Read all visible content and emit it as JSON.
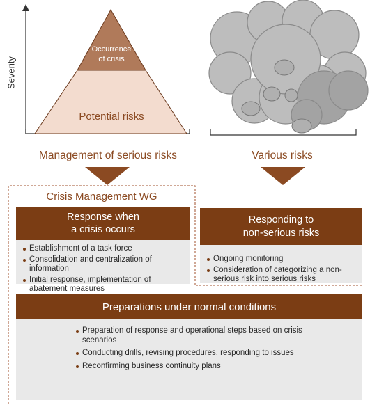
{
  "top_left": {
    "axis_label": "Severity",
    "pyramid_top": "Occurrence\nof crisis",
    "pyramid_bottom": "Potential risks",
    "caption": "Management of serious risks"
  },
  "top_right": {
    "caption": "Various risks"
  },
  "wg": {
    "title": "Crisis Management WG"
  },
  "crisis_box": {
    "title_line1": "Response when",
    "title_line2": "a crisis occurs",
    "items": [
      "Establishment of a task force",
      "Consolidation and centralization of information",
      "Initial response, implementation of abatement measures"
    ]
  },
  "nonserious_box": {
    "title_line1": "Responding to",
    "title_line2": "non-serious risks",
    "items": [
      "Ongoing monitoring",
      "Consideration of categorizing a non-serious risk into serious risks"
    ]
  },
  "normal_box": {
    "title": "Preparations under normal conditions",
    "items": [
      "Preparation of response and operational steps based on crisis scenarios",
      "Conducting drills, revising procedures, responding to issues",
      "Reconfirming business continuity plans"
    ]
  },
  "colors": {
    "brown": "#7b3d14",
    "pyramid_top": "#b07a5a",
    "pyramid_bottom": "#f3dccf",
    "cloud": "#b9b9b9",
    "box_body": "#e9e9e9"
  }
}
